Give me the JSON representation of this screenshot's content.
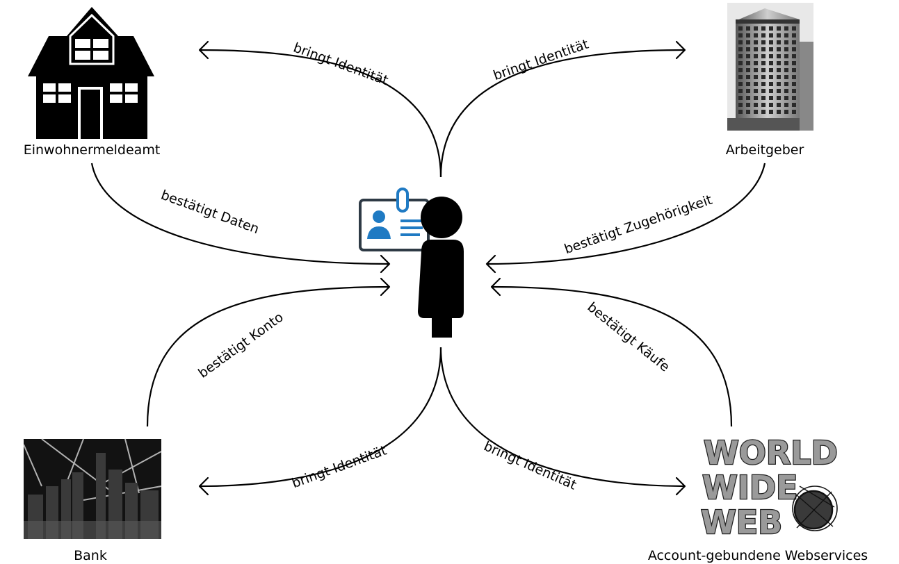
{
  "nodes": {
    "registry_office": {
      "label": "Einwohnermeldeamt",
      "icon": "house-icon"
    },
    "employer": {
      "label": "Arbeitgeber",
      "icon": "office-building-photo"
    },
    "bank": {
      "label": "Bank",
      "icon": "city-skyline-night-photo"
    },
    "webservices": {
      "label": "Account-gebundene Webservices",
      "icon": "world-wide-web-logo",
      "logo_text": [
        "WORLD",
        "WIDE",
        "WEB"
      ]
    },
    "person": {
      "icon": "person-silhouette-icon",
      "badge_icon": "id-card-icon"
    }
  },
  "edges": [
    {
      "from": "person",
      "to": "registry_office",
      "label": "bringt Identität"
    },
    {
      "from": "person",
      "to": "employer",
      "label": "bringt Identität"
    },
    {
      "from": "registry_office",
      "to": "person",
      "label": "bestätigt Daten"
    },
    {
      "from": "employer",
      "to": "person",
      "label": "bestätigt Zugehörigkeit"
    },
    {
      "from": "bank",
      "to": "person",
      "label": "bestätigt Konto"
    },
    {
      "from": "webservices",
      "to": "person",
      "label": "bestätigt Käufe"
    },
    {
      "from": "person",
      "to": "bank",
      "label": "bringt Identität"
    },
    {
      "from": "person",
      "to": "webservices",
      "label": "bringt Identität"
    }
  ],
  "colors": {
    "line": "#000000",
    "id_card_blue": "#1f7ac3",
    "id_card_frame": "#2e3a45"
  }
}
